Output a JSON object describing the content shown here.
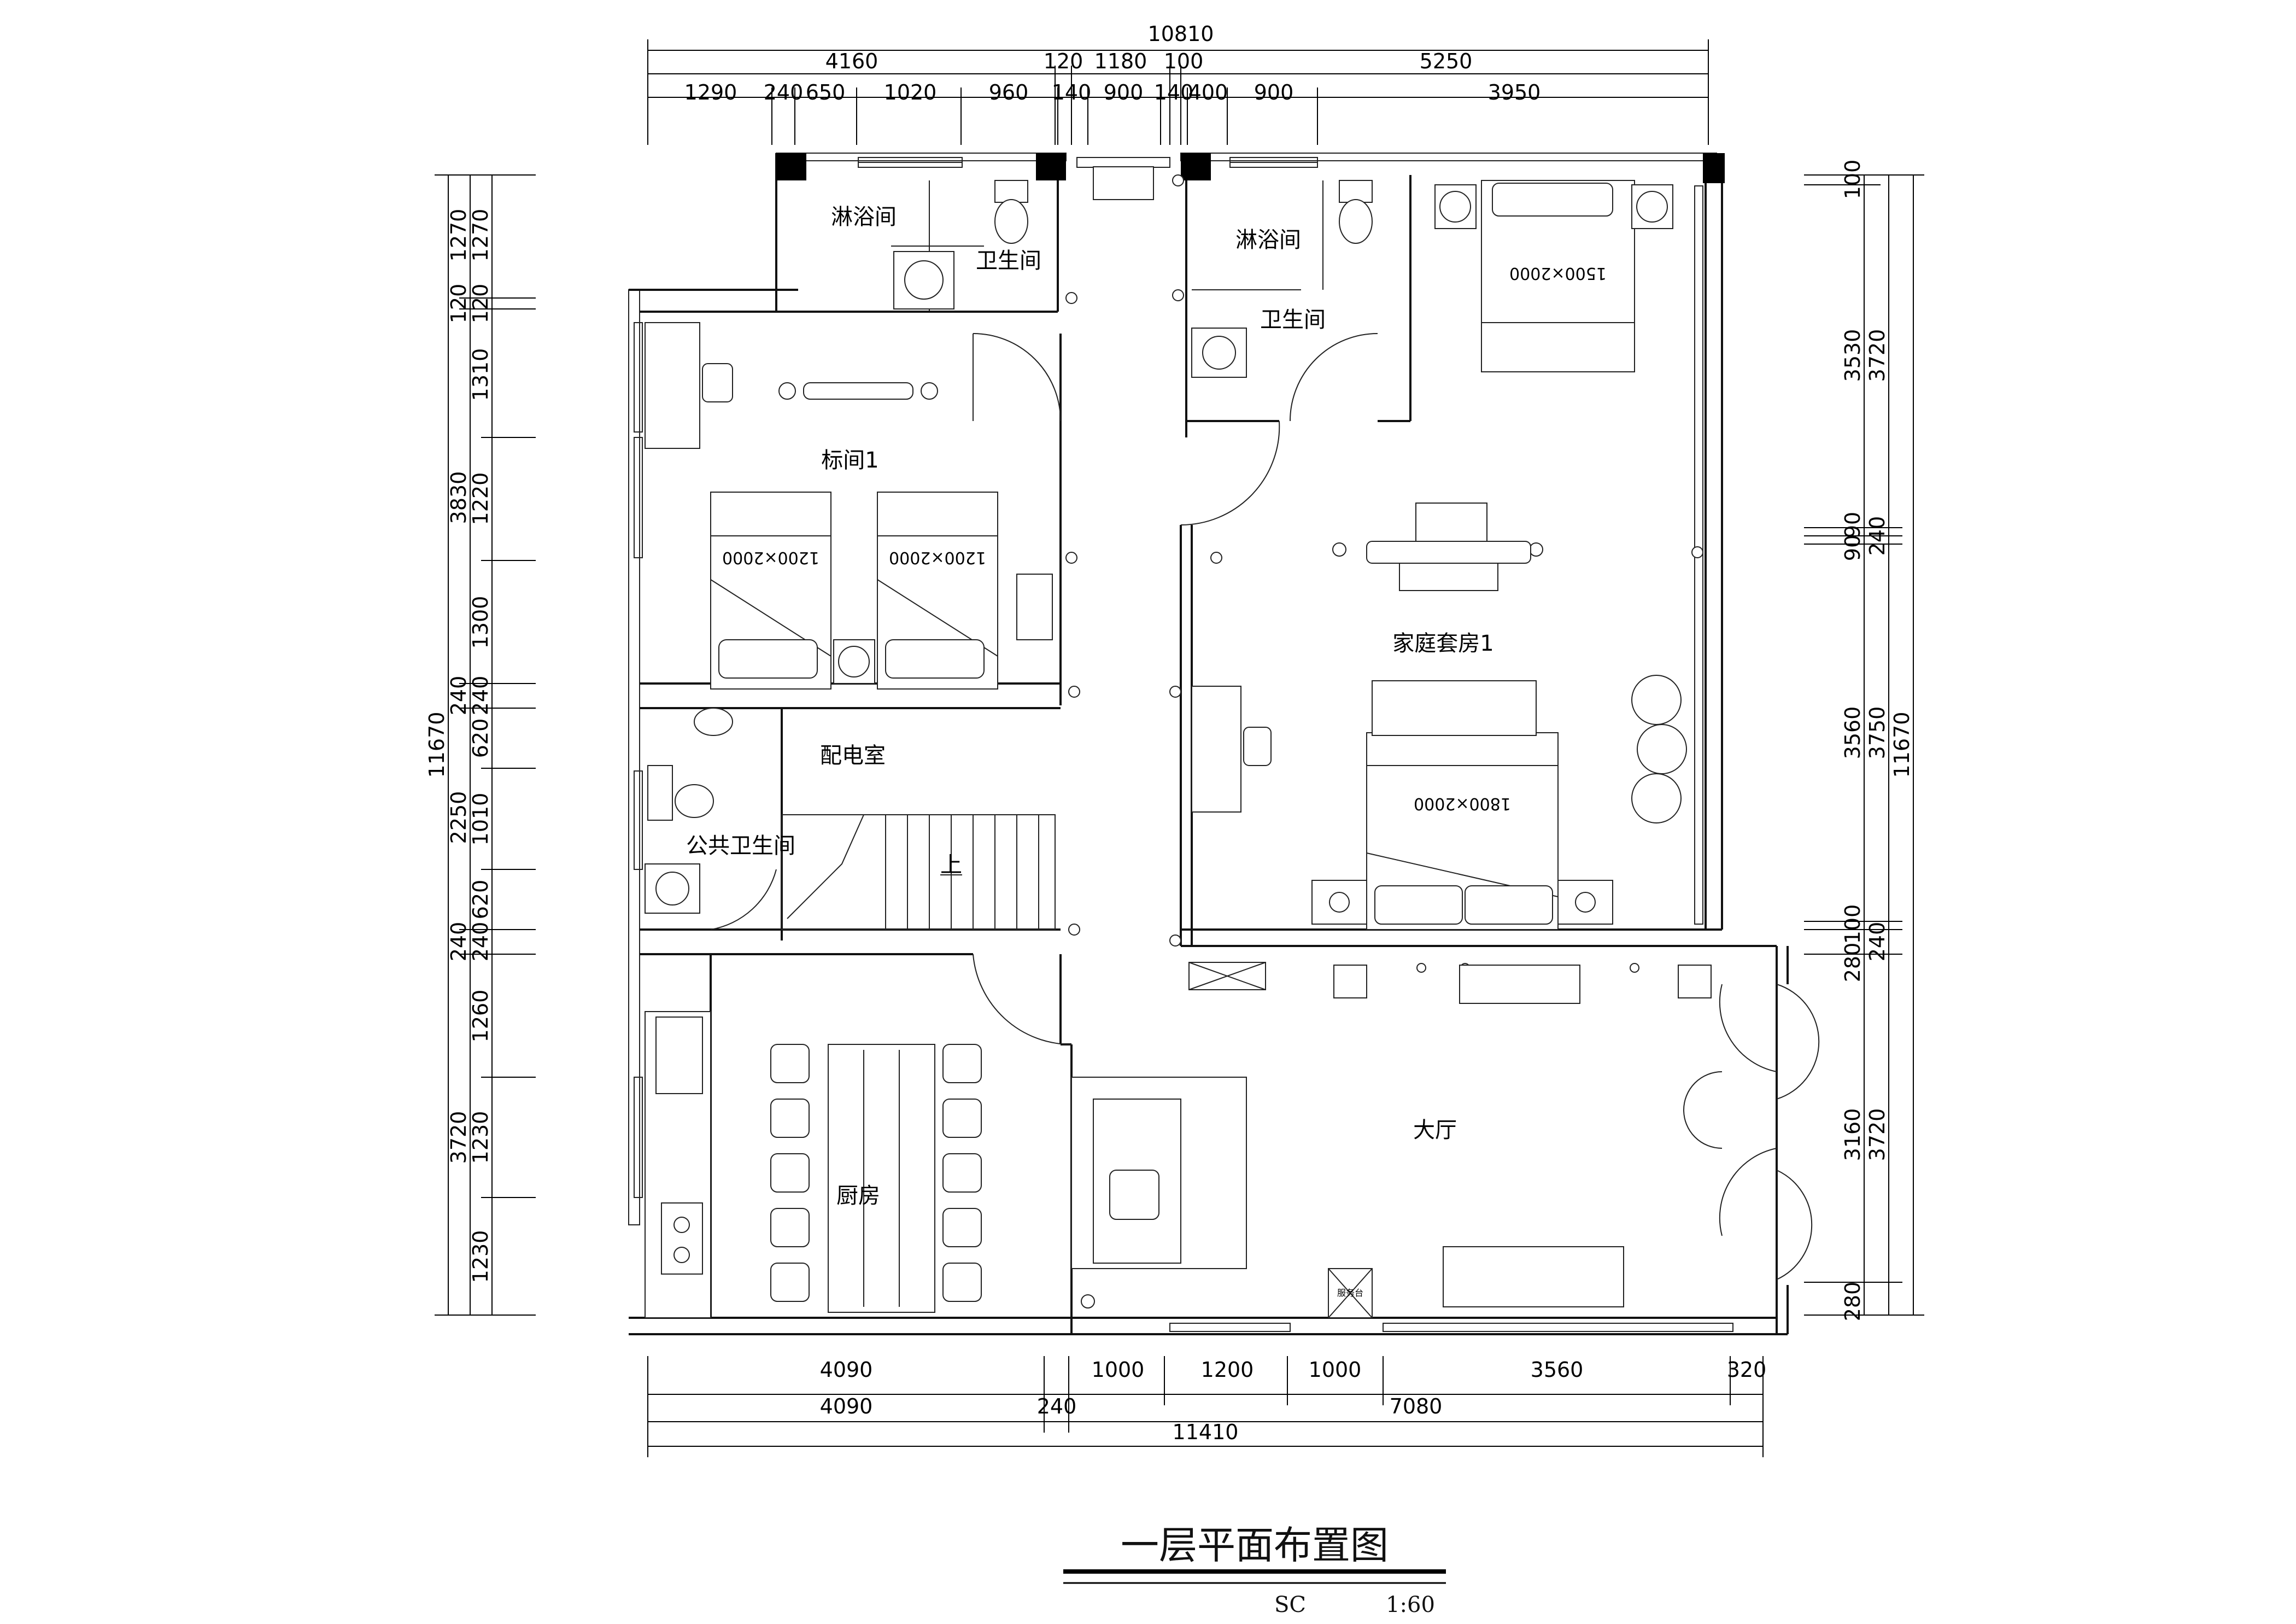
{
  "drawing": {
    "title": "一层平面布置图",
    "scale_prefix": "SC",
    "scale": "1:60"
  },
  "rooms": {
    "shower_left": "淋浴间",
    "wc_left": "卫生间",
    "shower_right": "淋浴间",
    "wc_right": "卫生间",
    "standard_room": "标间1",
    "family_suite": "家庭套房1",
    "power_room": "配电室",
    "public_wc": "公共卫生间",
    "stair_up": "上",
    "kitchen": "厨房",
    "hall": "大厅"
  },
  "furniture": {
    "bed_twin_a": "1200×2000",
    "bed_twin_b": "1200×2000",
    "bed_suite": "1800×2000",
    "bed_master": "1500×2000",
    "small_sign": "服务台"
  },
  "dims_top": {
    "overall": "10810",
    "row2": [
      "4160",
      "120",
      "1180",
      "100",
      "5250"
    ],
    "row3": [
      "1290",
      "240",
      "650",
      "1020",
      "960",
      "140",
      "900",
      "140",
      "400",
      "900",
      "3950"
    ]
  },
  "dims_bottom": {
    "row1": [
      "4090",
      "1000",
      "1200",
      "1000",
      "3560",
      "320"
    ],
    "row2": [
      "4090",
      "240",
      "7080"
    ],
    "overall": "11410"
  },
  "dims_left": {
    "overall": "11670",
    "row2": [
      "1270",
      "120",
      "3830",
      "240",
      "2250",
      "240",
      "3720"
    ],
    "row3": [
      "1270",
      "120",
      "1310",
      "1220",
      "1300",
      "240",
      "620",
      "1010",
      "620",
      "240",
      "1260",
      "1230",
      "1230"
    ]
  },
  "dims_right": {
    "overall": "11670",
    "row2": [
      "3720",
      "240",
      "3750",
      "240",
      "3720"
    ],
    "row3": [
      "100",
      "3530",
      "90",
      "90",
      "3560",
      "100",
      "280",
      "3160",
      "280"
    ]
  }
}
